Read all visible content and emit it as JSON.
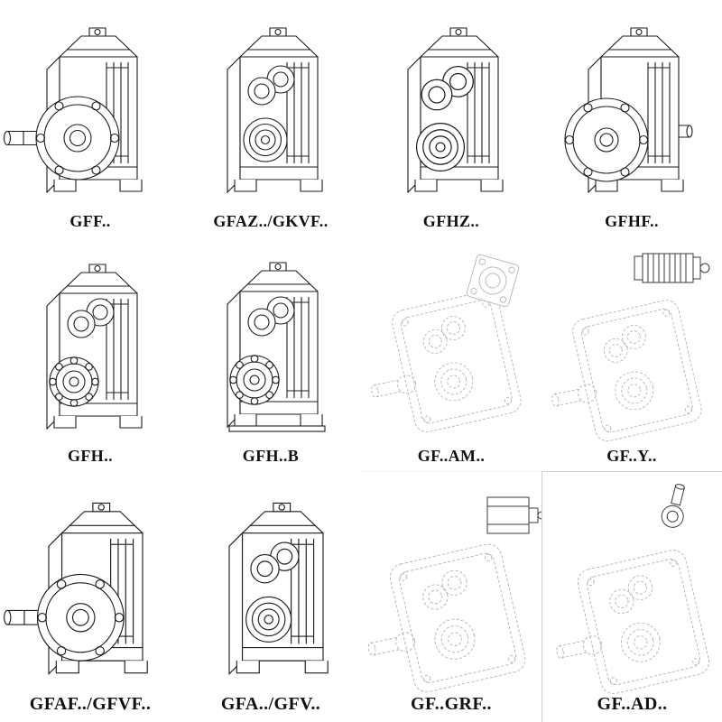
{
  "page": {
    "background": "#ffffff"
  },
  "colors": {
    "line": "#1c1c1c",
    "ghost_line": "#b4b4b4",
    "accent_part": "#3a3a3a"
  },
  "cells": [
    {
      "id": "gff",
      "label": "GFF..",
      "drawing": "gearbox-solid-flange-with-shaft"
    },
    {
      "id": "gfaz",
      "label": "GFAZ../GKVF..",
      "drawing": "gearbox-solid-hollow-shaft-bores"
    },
    {
      "id": "gfhz",
      "label": "GFHZ..",
      "drawing": "gearbox-solid-hollow-shaft-bores-large"
    },
    {
      "id": "gfhf",
      "label": "GFHF..",
      "drawing": "gearbox-solid-hollow-flange"
    },
    {
      "id": "gfh",
      "label": "GFH..",
      "drawing": "gearbox-solid-bearing-visible"
    },
    {
      "id": "gfhb",
      "label": "GFH..B",
      "drawing": "gearbox-solid-bearing-foot-mounted"
    },
    {
      "id": "gfam",
      "label": "GF..AM..",
      "drawing": "gearbox-ghost-motor-adapter-flange"
    },
    {
      "id": "gfy",
      "label": "GF..Y..",
      "drawing": "gearbox-ghost-with-motor"
    },
    {
      "id": "gfaf",
      "label": "GFAF../GFVF..",
      "drawing": "gearbox-solid-flange-with-shaft"
    },
    {
      "id": "gfa",
      "label": "GFA../GFV..",
      "drawing": "gearbox-solid-hollow-shaft-bores"
    },
    {
      "id": "gfgrf",
      "label": "GF..GRF..",
      "drawing": "gearbox-ghost-input-housing"
    },
    {
      "id": "gfad",
      "label": "GF..AD..",
      "drawing": "gearbox-ghost-input-shaft-adapter"
    }
  ]
}
